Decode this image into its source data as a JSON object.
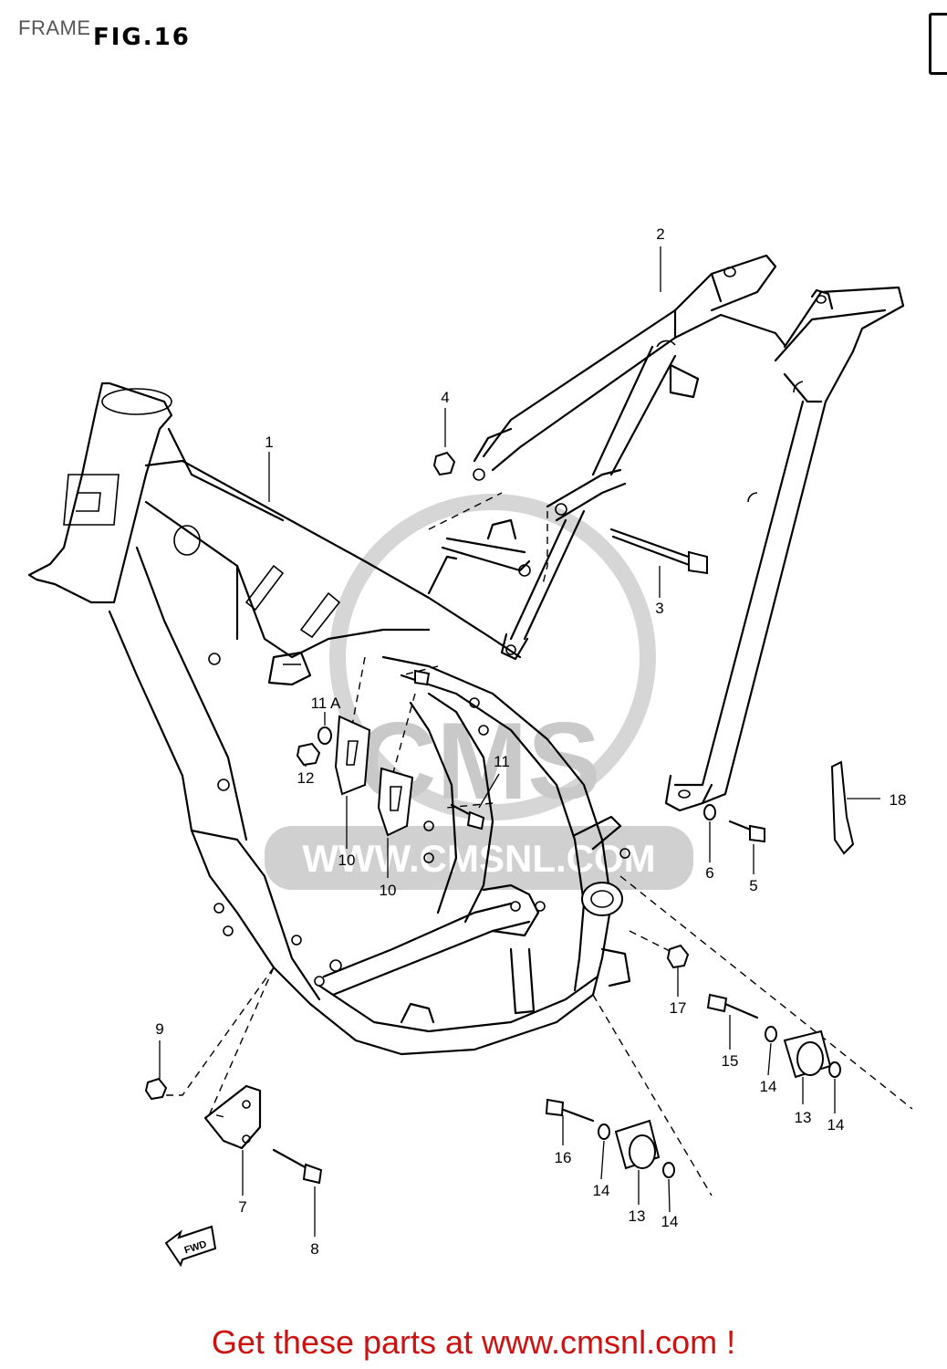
{
  "header": {
    "page_label": "FRAME",
    "figure_title": "FIG.16"
  },
  "watermark": {
    "brand": "CMS",
    "url": "WWW.CMSNL.COM"
  },
  "front_arrow_label": "FWD",
  "callouts": [
    {
      "id": "1",
      "label": "1"
    },
    {
      "id": "2",
      "label": "2"
    },
    {
      "id": "3",
      "label": "3"
    },
    {
      "id": "4",
      "label": "4"
    },
    {
      "id": "5",
      "label": "5"
    },
    {
      "id": "6",
      "label": "6"
    },
    {
      "id": "7",
      "label": "7"
    },
    {
      "id": "8",
      "label": "8"
    },
    {
      "id": "9",
      "label": "9"
    },
    {
      "id": "10a",
      "label": "10"
    },
    {
      "id": "10b",
      "label": "10"
    },
    {
      "id": "11",
      "label": "11"
    },
    {
      "id": "11A",
      "label": "11 A"
    },
    {
      "id": "12",
      "label": "12"
    },
    {
      "id": "13a",
      "label": "13"
    },
    {
      "id": "13b",
      "label": "13"
    },
    {
      "id": "14a",
      "label": "14"
    },
    {
      "id": "14b",
      "label": "14"
    },
    {
      "id": "14c",
      "label": "14"
    },
    {
      "id": "14d",
      "label": "14"
    },
    {
      "id": "15",
      "label": "15"
    },
    {
      "id": "16",
      "label": "16"
    },
    {
      "id": "17",
      "label": "17"
    },
    {
      "id": "18",
      "label": "18"
    }
  ],
  "footer": {
    "text": "Get these parts at www.cmsnl.com !"
  }
}
